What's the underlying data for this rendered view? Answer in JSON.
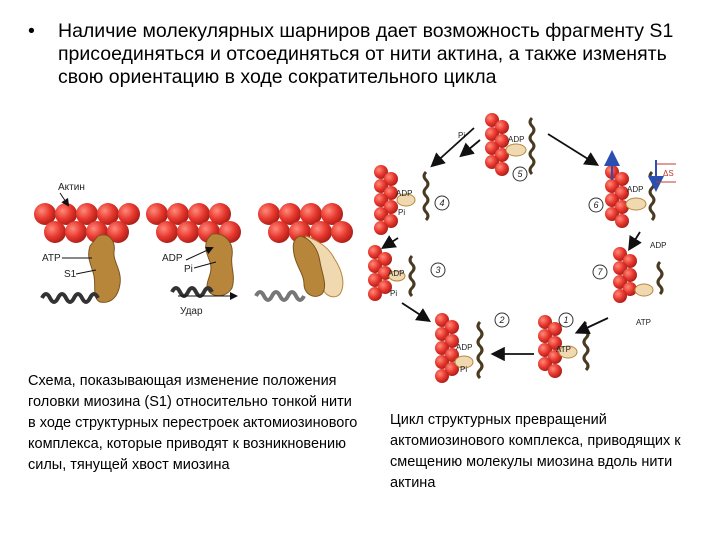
{
  "slide": {
    "bullet_symbol": "•",
    "bullet_text": "Наличие молекулярных шарниров дает возможность фрагменту S1 присоединяться и отсоединяться от нити актина, а также изменять свою ориентацию в ходе сократительного цикла"
  },
  "left_diagram": {
    "label_actin": "Актин",
    "label_atp": "ATP",
    "label_s1": "S1",
    "label_adp": "ADP",
    "label_pi": "Pi",
    "label_stroke": "Удар",
    "caption": "Схема, показывающая изменение положения головки миозина (S1) относительно тонкой нити в ходе структурных перестроек актомиозинового комплекса, которые приводят к возникновению силы, тянущей хвост миозина"
  },
  "cycle_diagram": {
    "step_labels": [
      "1",
      "2",
      "3",
      "4",
      "5",
      "6",
      "7"
    ],
    "label_adp": "ADP",
    "label_pi": "Pi",
    "label_atp": "ATP",
    "label_delta_s": "ΔS",
    "caption": "Цикл структурных превращений актомиозинового комплекса, приводящих к смещению молекулы миозина вдоль нити актина"
  },
  "colors": {
    "actin": "#e8382f",
    "myosin_head": "#b8863b",
    "myosin_light": "#f0d9b0",
    "arrow_blue": "#2a4fb0"
  }
}
